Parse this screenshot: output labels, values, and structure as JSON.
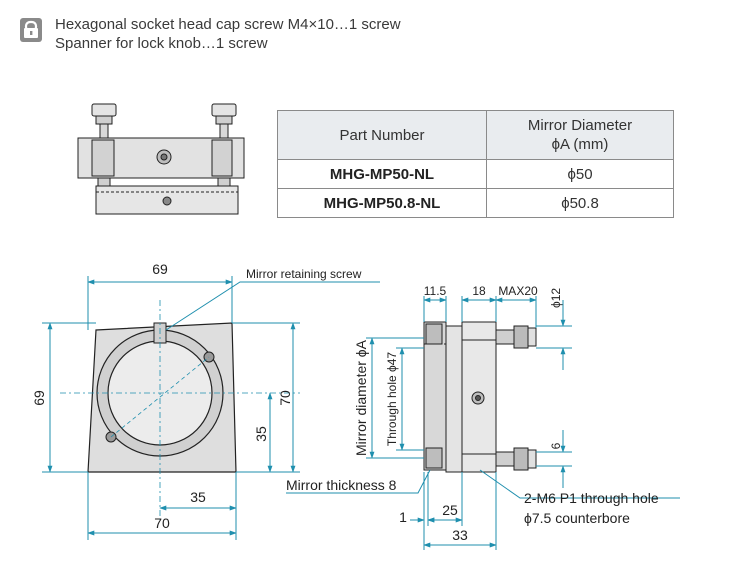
{
  "accessories": {
    "icon": "lock-icon",
    "line1": "Hexagonal socket head cap screw M4×10…1 screw",
    "line2": "Spanner for lock knob…1 screw"
  },
  "table": {
    "headers": [
      "Part Number",
      "Mirror Diameter",
      "ϕA (mm)"
    ],
    "rows": [
      {
        "part": "MHG-MP50-NL",
        "diameter": "ϕ50"
      },
      {
        "part": "MHG-MP50.8-NL",
        "diameter": "ϕ50.8"
      }
    ]
  },
  "front_view": {
    "dim_top": "69",
    "dim_left": "69",
    "dim_right": "70",
    "dim_center_v": "35",
    "dim_center_h": "35",
    "dim_bottom": "70",
    "label_screw": "Mirror retaining screw"
  },
  "side_view": {
    "dim_11_5": "11.5",
    "dim_18": "18",
    "dim_max20": "MAX20",
    "dim_12": "ϕ12",
    "dim_6": "6",
    "label_mirror_diameter": "Mirror diameter  ϕA",
    "label_through_hole": "Through hole ϕ47",
    "label_thickness": "Mirror thickness 8",
    "dim_1": "1",
    "dim_25": "25",
    "dim_33": "33",
    "label_tap": "2-M6 P1 through hole",
    "label_counterbore": "ϕ7.5 counterbore"
  },
  "colors": {
    "dimension_line": "#1f8fae",
    "part_fill": "#dcdcdc",
    "part_outline": "#222222",
    "table_header_bg": "#e9ecef"
  }
}
